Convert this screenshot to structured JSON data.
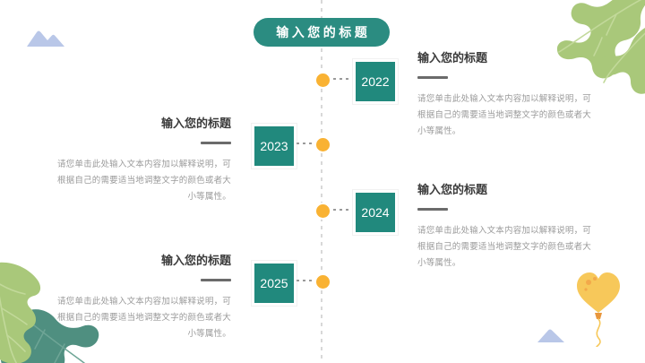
{
  "slide": {
    "title_badge": {
      "label": "输入您的标题"
    }
  },
  "colors": {
    "teal_badge": "#2b8c81",
    "teal_box": "#21897d",
    "dot_orange": "#f9b233",
    "axis_gray": "#d8d8d8",
    "heading_gray": "#3b3b3b",
    "body_gray": "#9b9b9b",
    "rule_gray": "#6b6b6b",
    "leaf_light_green": "#a9c87a",
    "leaf_teal_green": "#4f8f80",
    "cloud_blue": "#b9c7e8",
    "balloon_yellow": "#f7c85a"
  },
  "timeline": {
    "items": [
      {
        "year": "2022",
        "side": "right",
        "title": "输入您的标题",
        "body": "请您单击此处输入文本内容加以解释说明，可根据自己的需要适当地调整文字的颜色或者大小等属性。"
      },
      {
        "year": "2023",
        "side": "left",
        "title": "输入您的标题",
        "body": "请您单击此处输入文本内容加以解释说明，可根据自己的需要适当地调整文字的颜色或者大小等属性。"
      },
      {
        "year": "2024",
        "side": "right",
        "title": "输入您的标题",
        "body": "请您单击此处输入文本内容加以解释说明，可根据自己的需要适当地调整文字的颜色或者大小等属性。"
      },
      {
        "year": "2025",
        "side": "left",
        "title": "输入您的标题",
        "body": "请您单击此处输入文本内容加以解释说明，可根据自己的需要适当地调整文字的颜色或者大小等属性。"
      }
    ]
  },
  "decorations": [
    {
      "name": "oak-leaf-top-right"
    },
    {
      "name": "monstera-leaf-bottom-left"
    },
    {
      "name": "heart-balloon-bottom-right"
    },
    {
      "name": "mountain-top-left"
    },
    {
      "name": "mountain-bottom-right"
    }
  ]
}
